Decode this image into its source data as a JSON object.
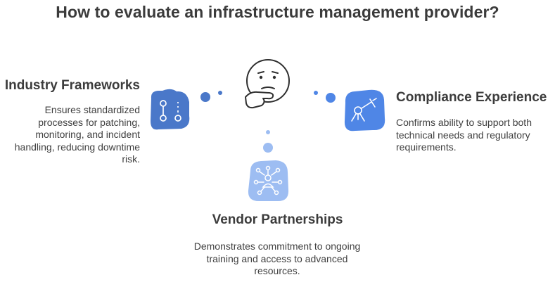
{
  "title": "How to evaluate an infrastructure management provider?",
  "items": [
    {
      "heading": "Industry Frameworks",
      "description": "Ensures standardized processes for patching, monitoring, and incident handling, reducing downtime risk.",
      "color": "#4a78c9",
      "icon": "workflow-icon"
    },
    {
      "heading": "Compliance Experience",
      "description": "Confirms ability to support both technical needs and regulatory requirements.",
      "color": "#4f86e6",
      "icon": "telescope-icon"
    },
    {
      "heading": "Vendor Partnerships",
      "description": "Demonstrates commitment to ongoing training and access to advanced resources.",
      "color": "#9dbdf2",
      "icon": "network-people-icon"
    }
  ],
  "center_icon": "thinking-face-icon"
}
